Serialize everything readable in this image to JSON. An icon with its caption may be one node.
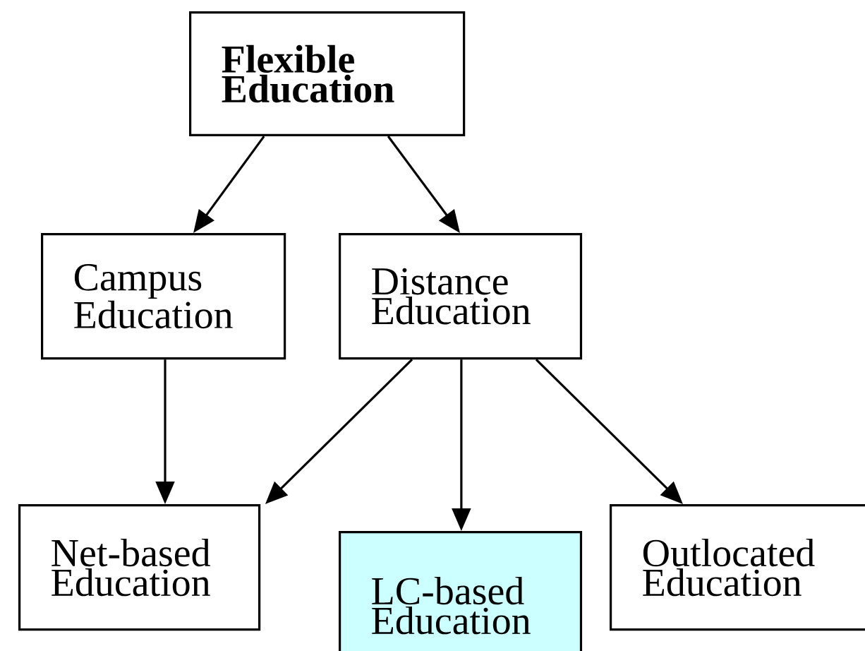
{
  "diagram": {
    "nodes": [
      {
        "text": [
          "Flexible Education"
        ]
      },
      {
        "text": [
          "Campus Education"
        ]
      },
      {
        "text": [
          "Distance Education"
        ]
      },
      {
        "text": [
          "Net-based Education"
        ]
      },
      {
        "text": [
          "LC-based Education"
        ]
      },
      {
        "text": [
          "Outlocated Education"
        ]
      }
    ],
    "edges": [
      {
        "from": 0,
        "to": 1,
        "arrow": "to"
      },
      {
        "from": 0,
        "to": 2,
        "arrow": "to"
      },
      {
        "from": 1,
        "to": 3,
        "arrow": "to"
      },
      {
        "from": 2,
        "to": 3,
        "arrow": "to"
      },
      {
        "from": 2,
        "to": 4,
        "arrow": "to"
      },
      {
        "from": 2,
        "to": 5,
        "arrow": "to"
      }
    ]
  }
}
